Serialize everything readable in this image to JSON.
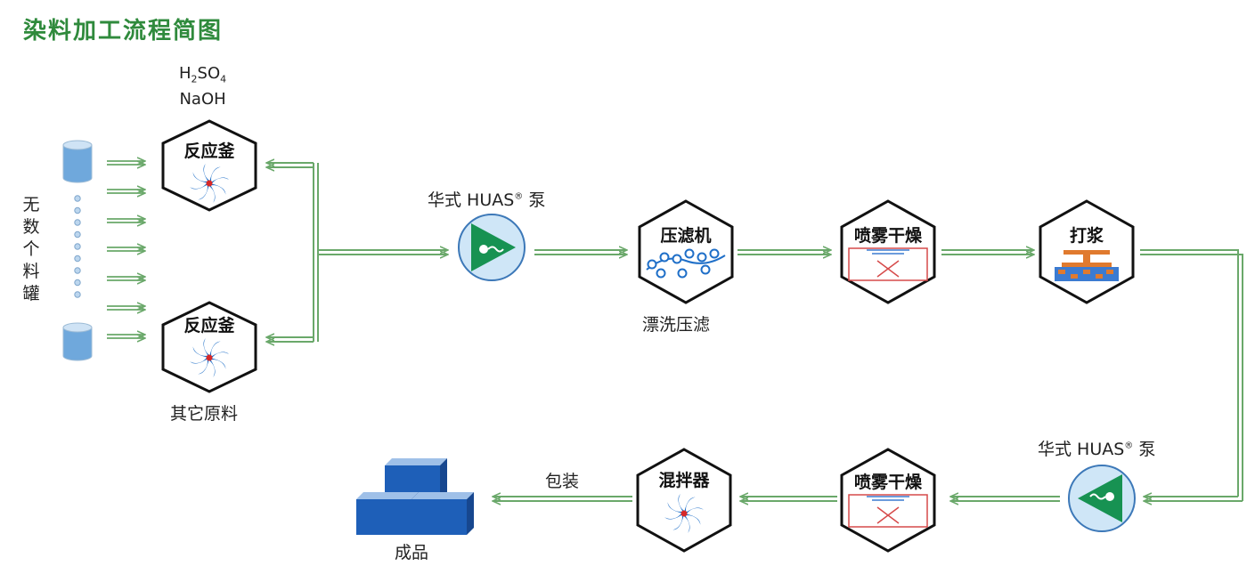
{
  "title": "染料加工流程简图",
  "tanks_label": "无数个料罐",
  "chem": {
    "line1_prefix": "H",
    "line1_sub1": "2",
    "line1_mid": "SO",
    "line1_sub2": "4",
    "line2": "NaOH"
  },
  "reactor_top": "反应釜",
  "reactor_bottom": "反应釜",
  "other_materials": "其它原料",
  "pump_top_label": "华式 HUAS",
  "pump_bottom_label": "华式 HUAS",
  "pump_suffix": "泵",
  "registered_mark": "®",
  "filter_press": "压滤机",
  "filter_caption": "漂洗压滤",
  "spray_dry_top": "喷雾干燥",
  "beater": "打浆",
  "spray_dry_bottom": "喷雾干燥",
  "mixer": "混拌器",
  "packing": "包装",
  "product": "成品",
  "colors": {
    "title": "#2f8a3c",
    "arrow": "#6aa86a",
    "fan": "#1f6fc8",
    "box_red": "#d64a4a",
    "cube": "#1e5fb8"
  }
}
